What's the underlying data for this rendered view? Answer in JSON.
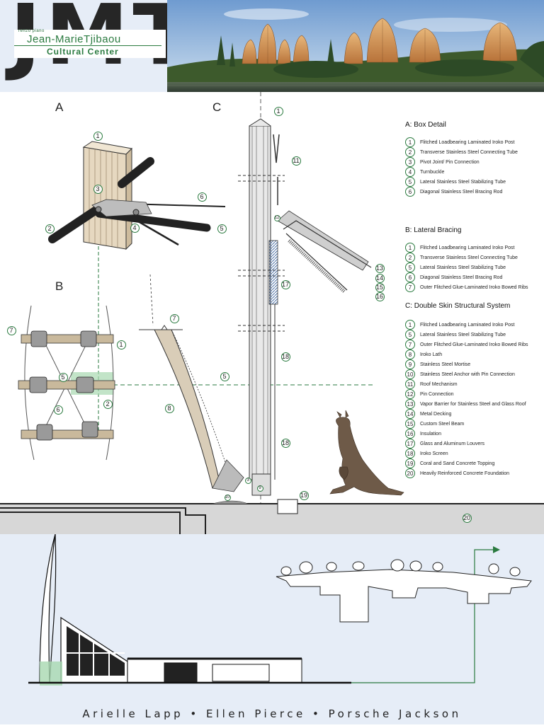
{
  "header": {
    "logo_letters": "JMT",
    "architect": "renzo piano",
    "title": "Jean-MarieTjibaou",
    "subtitle": "Cultural Center"
  },
  "sections": {
    "a": "A",
    "b": "B",
    "c": "C"
  },
  "callouts": {
    "a": [
      "1",
      "2",
      "3",
      "4",
      "5",
      "6"
    ],
    "b": [
      "7",
      "1",
      "5",
      "2",
      "6",
      "7",
      "8",
      "5"
    ],
    "c": [
      "1",
      "11",
      "12",
      "13",
      "14",
      "15",
      "16",
      "17",
      "18",
      "18",
      "3",
      "10",
      "9",
      "19",
      "20"
    ]
  },
  "legend": {
    "a": {
      "title": "A: Box Detail",
      "items": [
        {
          "num": "1",
          "text": "Flitched Loadbearing Laminated Iroko Post"
        },
        {
          "num": "2",
          "text": "Transverse Stainless Steel Connecting Tube"
        },
        {
          "num": "3",
          "text": "Pivot Joint/ Pin Connection"
        },
        {
          "num": "4",
          "text": "Turnbuckle"
        },
        {
          "num": "5",
          "text": "Lateral Stainless Steel Stabilizing Tube"
        },
        {
          "num": "6",
          "text": "Diagonal Stainless Steel Bracing Rod"
        }
      ]
    },
    "b": {
      "title": "B: Lateral Bracing",
      "items": [
        {
          "num": "1",
          "text": "Flitched Loadbearing Laminated Iroko Post"
        },
        {
          "num": "2",
          "text": "Transverse Stainless Steel Connecting Tube"
        },
        {
          "num": "5",
          "text": "Lateral Stainless Steel Stabilizing Tube"
        },
        {
          "num": "6",
          "text": "Diagonal Stainless Steel Bracing Rod"
        },
        {
          "num": "7",
          "text": "Outer Flitched Glue-Laminated Iroko Bowed Ribs"
        }
      ]
    },
    "c": {
      "title": "C: Double Skin Structural System",
      "items": [
        {
          "num": "1",
          "text": "Flitched Loadbearing Laminated Iroko Post"
        },
        {
          "num": "5",
          "text": "Lateral Stainless Steel Stabilizing Tube"
        },
        {
          "num": "7",
          "text": "Outer Flitched Glue-Laminated Iroko Bowed Ribs"
        },
        {
          "num": "8",
          "text": "Iroko Lath"
        },
        {
          "num": "9",
          "text": "Stainless Steel Mortise"
        },
        {
          "num": "10",
          "text": "Stainless Steel Anchor with Pin Connection"
        },
        {
          "num": "11",
          "text": "Roof Mechanism"
        },
        {
          "num": "12",
          "text": "Pin Connection"
        },
        {
          "num": "13",
          "text": "Vapor Barrier for Stainless Steel and Glass Roof"
        },
        {
          "num": "14",
          "text": "Metal Decking"
        },
        {
          "num": "15",
          "text": "Custom Steel Beam"
        },
        {
          "num": "16",
          "text": "Insulation"
        },
        {
          "num": "17",
          "text": "Glass and Aluminum Louvers"
        },
        {
          "num": "18",
          "text": "Iroko Screen"
        },
        {
          "num": "19",
          "text": "Coral and Sand Concrete Topping"
        },
        {
          "num": "20",
          "text": "Heavily Reinforced Concrete Foundation"
        }
      ]
    }
  },
  "authors": "Arielle Lapp • Ellen Pierce • Porsche Jackson",
  "colors": {
    "accent_green": "#2a7a3f",
    "highlight_green": "#a8d8b0",
    "lower_panel": "#e6edf7",
    "ground_gray": "#d7d7d7"
  }
}
